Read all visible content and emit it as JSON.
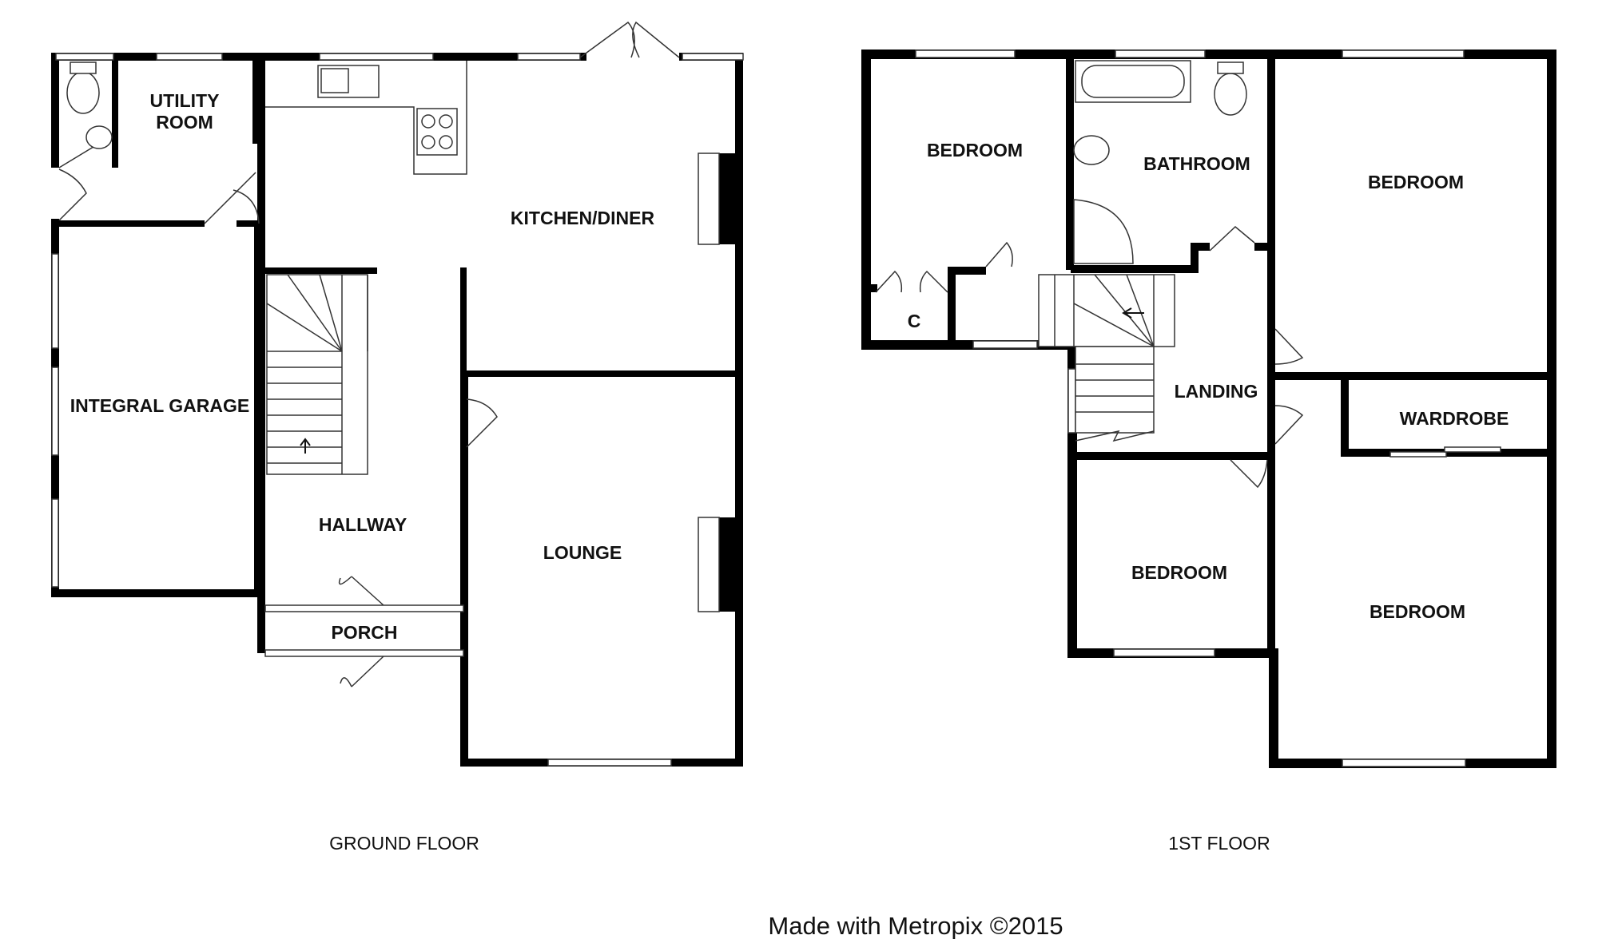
{
  "ground_floor": {
    "label": "GROUND FLOOR",
    "rooms": {
      "utility_line1": "UTILITY",
      "utility_line2": "ROOM",
      "kitchen": "KITCHEN/DINER",
      "garage": "INTEGRAL GARAGE",
      "hallway": "HALLWAY",
      "lounge": "LOUNGE",
      "porch": "PORCH"
    }
  },
  "first_floor": {
    "label": "1ST FLOOR",
    "rooms": {
      "bedroom_top_left": "BEDROOM",
      "cupboard": "C",
      "bathroom": "BATHROOM",
      "bedroom_top_right": "BEDROOM",
      "landing": "LANDING",
      "wardrobe": "WARDROBE",
      "bedroom_bottom_left": "BEDROOM",
      "bedroom_bottom_right": "BEDROOM"
    }
  },
  "footer": {
    "credit": "Made with Metropix ©2015"
  }
}
